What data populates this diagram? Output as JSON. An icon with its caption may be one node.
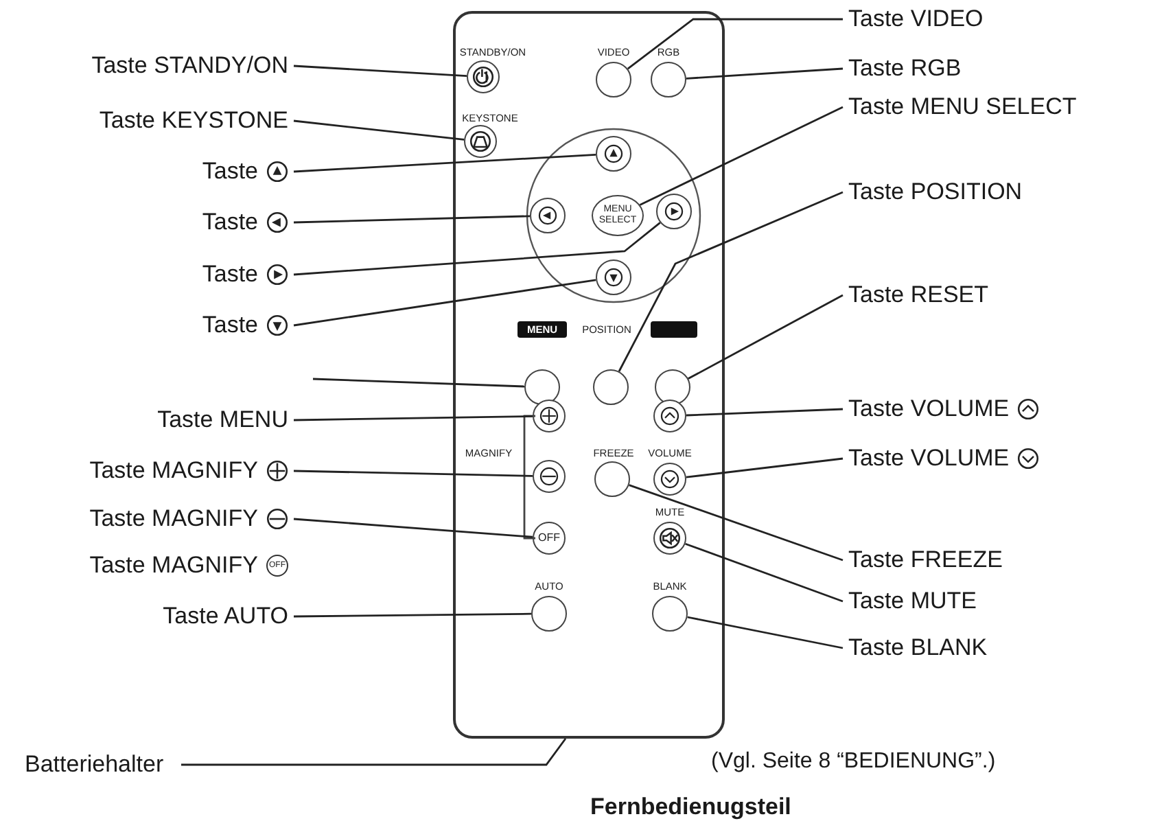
{
  "diagram": {
    "caption": "Fernbedienugsteil",
    "nodes": [
      {
        "text": [],
        "shape": "box"
      },
      {
        "text": [],
        "shape": "circle",
        "in": 0
      },
      {
        "text": [],
        "shape": "circle",
        "in": 0
      },
      {
        "text": [],
        "shape": "circle",
        "in": 0
      },
      {
        "text": [],
        "shape": "circle",
        "in": 0
      },
      {
        "text": [],
        "shape": "circle",
        "in": 0
      },
      {
        "text": [],
        "shape": "circle",
        "in": 0
      },
      {
        "text": [
          "MENU SELECT"
        ],
        "in": 0
      },
      {
        "text": [],
        "shape": "circle",
        "in": 0
      },
      {
        "text": [],
        "shape": "circle",
        "in": 0
      },
      {
        "text": [],
        "shape": "circle",
        "in": 0
      },
      {
        "text": [],
        "shape": "circle",
        "in": 0
      },
      {
        "text": [],
        "shape": "circle",
        "in": 0
      },
      {
        "text": [],
        "shape": "circle",
        "in": 0
      },
      {
        "text": [],
        "shape": "circle",
        "in": 0
      },
      {
        "text": [],
        "shape": "circle",
        "in": 0
      },
      {
        "text": [],
        "shape": "circle",
        "in": 0
      },
      {
        "text": [],
        "shape": "circle",
        "in": 0
      },
      {
        "text": [
          "OFF"
        ],
        "in": 0
      },
      {
        "text": [],
        "shape": "circle",
        "in": 0
      },
      {
        "text": [],
        "shape": "circle",
        "in": 0
      },
      {
        "text": [],
        "shape": "circle",
        "in": 0
      },
      {
        "text": [
          "Taste STANDY/ON"
        ]
      },
      {
        "text": [
          "Taste KEYSTONE"
        ]
      },
      {
        "text": [
          "Taste"
        ]
      },
      {
        "text": [
          "Taste"
        ]
      },
      {
        "text": [
          "Taste"
        ]
      },
      {
        "text": [
          "Taste"
        ]
      },
      {
        "text": [
          "Taste MENU"
        ]
      },
      {
        "text": [
          "Taste MAGNIFY"
        ]
      },
      {
        "text": [
          "Taste MAGNIFY"
        ]
      },
      {
        "text": [
          "Taste MAGNIFY",
          "OFF"
        ]
      },
      {
        "text": [
          "Taste AUTO"
        ]
      },
      {
        "text": [
          "Taste VIDEO"
        ]
      },
      {
        "text": [
          "Taste RGB"
        ]
      },
      {
        "text": [
          "Taste MENU SELECT"
        ]
      },
      {
        "text": [
          "Taste POSITION"
        ]
      },
      {
        "text": [
          "Taste RESET"
        ]
      },
      {
        "text": [
          "Taste VOLUME"
        ]
      },
      {
        "text": [
          "Taste VOLUME"
        ]
      },
      {
        "text": [
          "Taste FREEZE"
        ]
      },
      {
        "text": [
          "Taste MUTE"
        ]
      },
      {
        "text": [
          "Taste BLANK"
        ]
      },
      {
        "text": [
          "Batteriehalter"
        ]
      }
    ],
    "edges": [
      {
        "from": 22,
        "to": 1,
        "arrow": "none"
      },
      {
        "from": 23,
        "to": 4,
        "arrow": "none"
      },
      {
        "from": 24,
        "to": 5,
        "arrow": "none"
      },
      {
        "from": 25,
        "to": 6,
        "arrow": "none"
      },
      {
        "from": 26,
        "to": 8,
        "arrow": "none"
      },
      {
        "from": 27,
        "to": 9,
        "arrow": "none"
      },
      {
        "from": null,
        "to": 10,
        "arrow": "none"
      },
      {
        "from": 28,
        "to": 13,
        "arrow": "none"
      },
      {
        "from": 29,
        "to": 15,
        "arrow": "none"
      },
      {
        "from": 30,
        "to": 18,
        "arrow": "none"
      },
      {
        "from": 32,
        "to": 20,
        "arrow": "none"
      },
      {
        "from": 33,
        "to": 2,
        "arrow": "none"
      },
      {
        "from": 34,
        "to": 3,
        "arrow": "none"
      },
      {
        "from": 35,
        "to": 7,
        "arrow": "none"
      },
      {
        "from": 36,
        "to": 11,
        "arrow": "none"
      },
      {
        "from": 37,
        "to": 12,
        "arrow": "none"
      },
      {
        "from": 38,
        "to": 14,
        "arrow": "none"
      },
      {
        "from": 39,
        "to": 17,
        "arrow": "none"
      },
      {
        "from": 40,
        "to": 16,
        "arrow": "none"
      },
      {
        "from": 41,
        "to": 19,
        "arrow": "none"
      },
      {
        "from": 42,
        "to": 21,
        "arrow": "none"
      },
      {
        "from": 43,
        "to": 0,
        "arrow": "none"
      }
    ],
    "labels": [
      "STANDBY/ON",
      "VIDEO",
      "RGB",
      "KEYSTONE",
      "MENU",
      "POSITION",
      "MAGNIFY",
      "FREEZE",
      "VOLUME",
      "MUTE",
      "AUTO",
      "BLANK",
      "(Vgl. Seite 8 “BEDIENUNG”.)"
    ]
  }
}
